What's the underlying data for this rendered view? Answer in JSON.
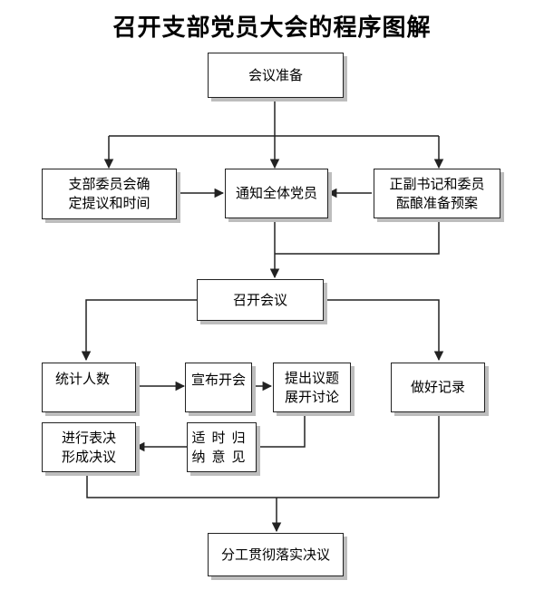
{
  "title": "召开支部党员大会的程序图解",
  "boxes": {
    "prep": "会议准备",
    "set_topic": [
      "支部委员会确",
      "定提议和时间"
    ],
    "notify": "通知全体党员",
    "deliberate": [
      "正副书记和委员",
      "酝酿准备预案"
    ],
    "convene": "召开会议",
    "count": "统计人数",
    "announce": "宣布开会",
    "propose": [
      "提出议题",
      "展开讨论"
    ],
    "record": "做好记录",
    "summarize": [
      "适时归",
      "纳意见"
    ],
    "vote": [
      "进行表决",
      "形成决议"
    ],
    "implement": "分工贯彻落实决议"
  }
}
